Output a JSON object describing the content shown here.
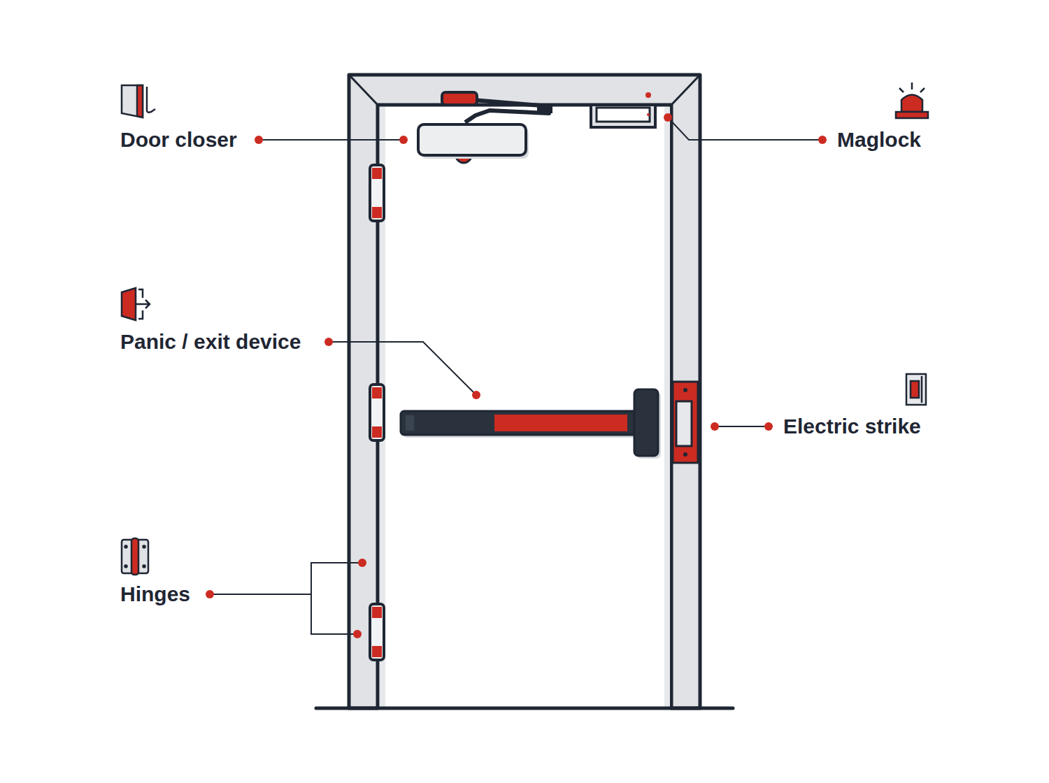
{
  "diagram": {
    "labels": [
      "Door closer",
      "Maglock",
      "Panic / exit device",
      "Electric strike",
      "Hinges"
    ]
  }
}
